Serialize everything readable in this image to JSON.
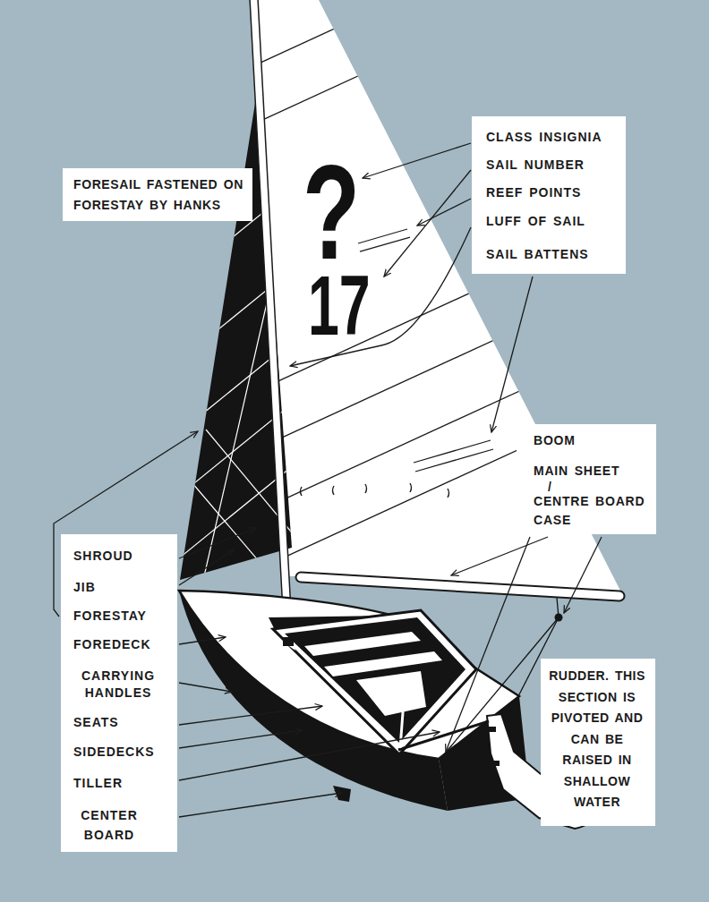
{
  "diagram": {
    "nodes": [
      {
        "text": [
          "FORESAIL FASTENED ON FORESTAY BY HANKS"
        ]
      },
      {
        "text": [
          "CLASS INSIGNIA",
          "SAIL NUMBER",
          "REEF POINTS",
          "LUFF OF SAIL",
          "SAIL BATTENS"
        ]
      },
      {
        "text": [
          "BOOM",
          "MAIN SHEET",
          "/",
          "CENTRE BOARD CASE"
        ]
      },
      {
        "text": [
          "SHROUD",
          "JIB",
          "FORESTAY",
          "FOREDECK",
          "CARRYING HANDLES",
          "SEATS",
          "SIDEDECKS",
          "TILLER",
          "CENTER BOARD"
        ]
      },
      {
        "text": [
          "RUDDER. THIS SECTION IS PIVOTED AND CAN BE RAISED IN SHALLOW WATER"
        ]
      }
    ],
    "labels": [
      "?",
      "17"
    ]
  }
}
